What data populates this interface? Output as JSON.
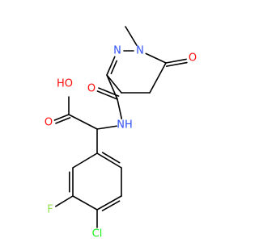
{
  "colors": {
    "bond": "#000000",
    "O": "#ff0d0d",
    "N": "#3050f8",
    "F": "#90e050",
    "Cl": "#1ff01f",
    "C": "#000000"
  },
  "atoms": {
    "o_ring": "O",
    "n_ring1": "N",
    "n_ring2": "N",
    "o_amide": "O",
    "nh": "NH",
    "o_acid": "O",
    "oh_acid": "HO",
    "f": "F",
    "cl": "Cl"
  }
}
